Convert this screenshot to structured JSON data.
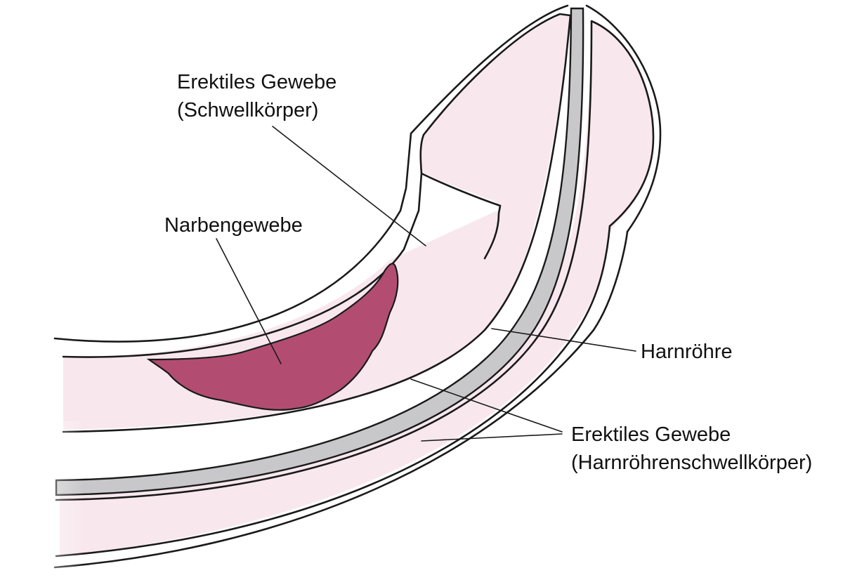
{
  "labels": {
    "erectile_upper_line1": "Erektiles Gewebe",
    "erectile_upper_line2": "(Schwellkörper)",
    "scar": "Narbengewebe",
    "urethra": "Harnröhre",
    "erectile_lower_line1": "Erektiles Gewebe",
    "erectile_lower_line2": "(Harnröhrenschwellkörper)"
  },
  "colors": {
    "erectile_tissue": "#f8e8ee",
    "scar_tissue": "#b24d71",
    "urethra": "#c8c8ca",
    "outline": "#1a1a1a"
  }
}
